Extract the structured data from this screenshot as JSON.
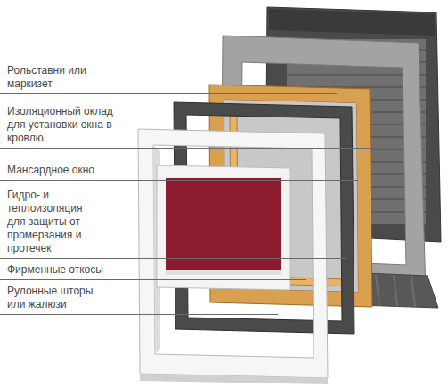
{
  "diagram": {
    "labels": [
      "Рольставни или маркизет",
      "Изоляционный оклад для установки окна в кровлю",
      "Мансардное окно",
      "Гидро- и теплоизоляция для защиты от промерзания и протечек",
      "Фирменные откосы",
      "Рулонные шторы или жалюзи"
    ]
  }
}
